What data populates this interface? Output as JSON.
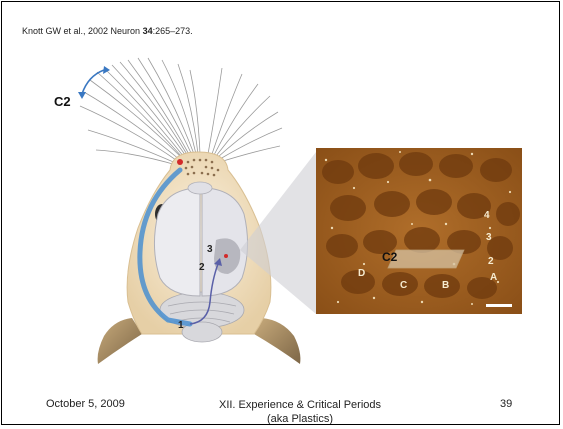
{
  "citation": {
    "text_before": "Knott GW et al., 2002 Neuron ",
    "volume": "34",
    "pages": ":265–273."
  },
  "figure": {
    "whisker_label": "C2",
    "pathway_labels": {
      "one": "1",
      "two": "2",
      "three": "3"
    },
    "micrograph": {
      "c2_label": "C2",
      "arc_labels": [
        "D",
        "C",
        "B",
        "A"
      ],
      "row_labels": [
        "4",
        "3",
        "2"
      ]
    }
  },
  "footer": {
    "date": "October 5, 2009",
    "title_line1": "XII. Experience & Critical Periods",
    "title_line2": "(aka Plastics)",
    "page_number": "39"
  },
  "colors": {
    "head_fill": "#f3e2c4",
    "brain_fill": "#e8e8ec",
    "pathway_blue": "#4a8fd0",
    "micrograph_bg": "#a4621e"
  }
}
